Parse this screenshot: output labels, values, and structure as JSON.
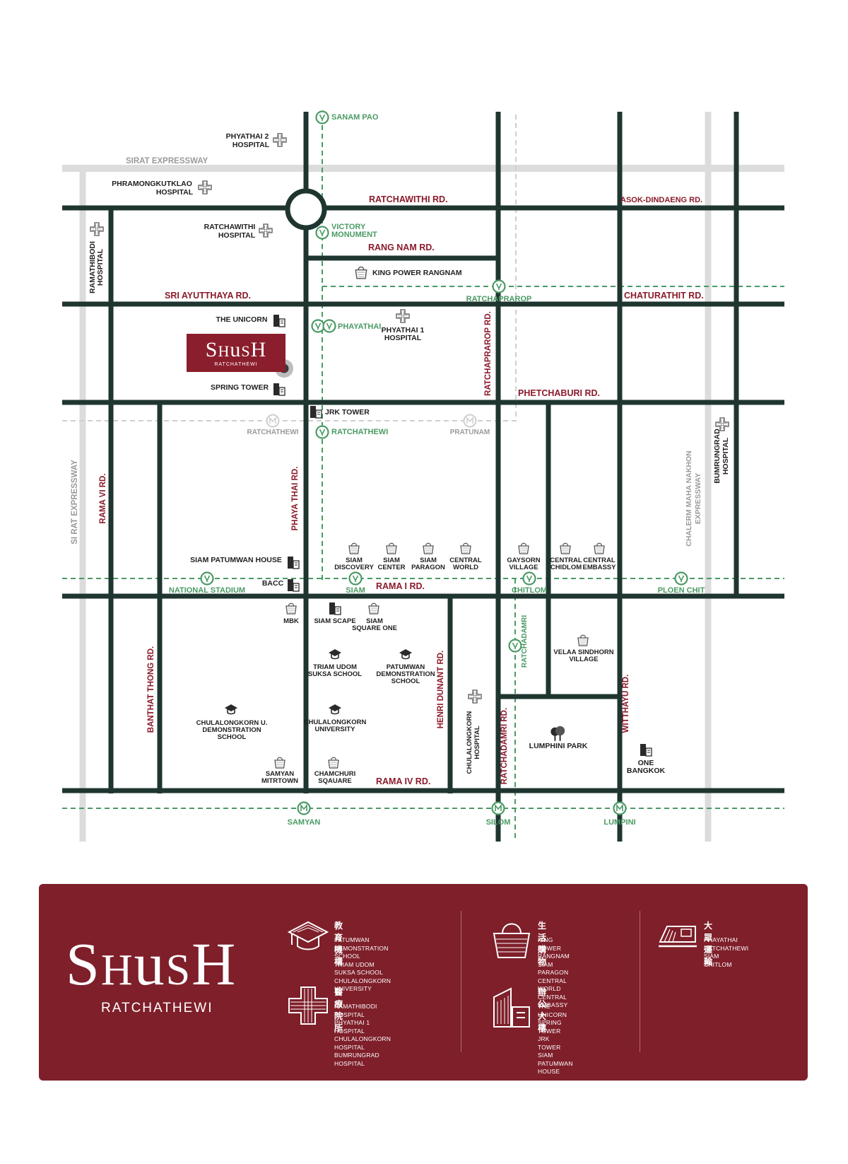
{
  "brand": {
    "logo": "SHuSH",
    "sub": "RATCHATHEWI"
  },
  "roads": {
    "sirat_expressway": "SIRAT EXPRESSWAY",
    "si_rat_expressway": "SI RAT EXPRESSWAY",
    "ratchawithi": "RATCHAWITHI RD.",
    "asok_dindaeng": "ASOK-DINDAENG RD.",
    "rang_nam": "RANG NAM RD.",
    "sri_ayutthaya": "SRI AYUTTHAYA RD.",
    "chaturathit": "CHATURATHIT RD.",
    "phetchaburi": "PHETCHABURI RD.",
    "ratchaprarop": "RATCHAPRAROP RD.",
    "phaya_thai": "PHAYA THAI RD.",
    "rama_vi": "RAMA VI RD.",
    "rama_i": "RAMA I RD.",
    "banthat_thong": "BANTHAT THONG RD.",
    "henri_dunant": "HENRI DUNANT RD.",
    "ratchadamri": "RATCHADAMRI RD.",
    "ratchadamri_2": "RATCHADAMRI",
    "witthayu": "WITTHAYU RD.",
    "rama_iv": "RAMA IV RD.",
    "chalerm": "CHALERM MAHA NAKHON",
    "chalerm_2": "EXPRESSWAY"
  },
  "stations": {
    "sanam_pao": "SANAM PAO",
    "victory_1": "VICTORY",
    "victory_2": "MONUMENT",
    "ratchaprarop": "RATCHAPRAROP",
    "phayathai": "PHAYATHAI",
    "ratchathewi_grey": "RATCHATHEWI",
    "ratchathewi": "RATCHATHEWI",
    "pratunam": "PRATUNAM",
    "national_stadium": "NATIONAL STADIUM",
    "siam": "SIAM",
    "chitlom": "CHITLOM",
    "ploen_chit": "PLOEN CHIT",
    "samyan": "SAMYAN",
    "silom": "SILOM",
    "lumpini": "LUMPINI"
  },
  "pois": {
    "phyathai2_1": "PHYATHAI 2",
    "phyathai2_2": "HOSPITAL",
    "phramongkutklao_1": "PHRAMONGKUTKLAO",
    "phramongkutklao_2": "HOSPITAL",
    "ratchawithi_h1": "RATCHAWITHI",
    "ratchawithi_h2": "HOSPITAL",
    "ramathibodi_1": "RAMATHIBODI",
    "ramathibodi_2": "HOSPITAL",
    "king_power": "KING POWER RANGNAM",
    "the_unicorn": "THE UNICORN",
    "phyathai1_1": "PHYATHAI 1",
    "phyathai1_2": "HOSPITAL",
    "spring_tower": "SPRING TOWER",
    "jrk_tower": "JRK TOWER",
    "bumrungrad_1": "BUMRUNGRAD",
    "bumrungrad_2": "HOSPITAL",
    "siam_patumwan_house": "SIAM PATUMWAN HOUSE",
    "bacc": "BACC",
    "siam_discovery_1": "SIAM",
    "siam_discovery_2": "DISCOVERY",
    "siam_center_1": "SIAM",
    "siam_center_2": "CENTER",
    "siam_paragon_1": "SIAM",
    "siam_paragon_2": "PARAGON",
    "central_world_1": "CENTRAL",
    "central_world_2": "WORLD",
    "gaysorn_1": "GAYSORN",
    "gaysorn_2": "VILLAGE",
    "central_chidlom_1": "CENTRAL",
    "central_chidlom_2": "CHIDLOM",
    "central_embassy_1": "CENTRAL",
    "central_embassy_2": "EMBASSY",
    "mbk": "MBK",
    "siam_scape": "SIAM SCAPE",
    "siam_square_one_1": "SIAM",
    "siam_square_one_2": "SQUARE ONE",
    "triam_1": "TRIAM UDOM",
    "triam_2": "SUKSA SCHOOL",
    "patumwan_demo_1": "PATUMWAN",
    "patumwan_demo_2": "DEMONSTRATION",
    "patumwan_demo_3": "SCHOOL",
    "velaa_1": "VELAA SINDHORN",
    "velaa_2": "VILLAGE",
    "chula_demo_1": "CHULALONGKORN U.",
    "chula_demo_2": "DEMONSTRATION",
    "chula_demo_3": "SCHOOL",
    "chula_uni_1": "CHULALONGKORN",
    "chula_uni_2": "UNIVERSITY",
    "chula_hosp_1": "CHULALONGKORN",
    "chula_hosp_2": "HOSPITAL",
    "lumphini_park": "LUMPHINI PARK",
    "one_bangkok_1": "ONE",
    "one_bangkok_2": "BANGKOK",
    "samyan_mitrtown_1": "SAMYAN",
    "samyan_mitrtown_2": "MITRTOWN",
    "chamchuri_1": "CHAMCHURI",
    "chamchuri_2": "SQAUARE"
  },
  "map_logo": {
    "logo": "SHuSH",
    "sub": "RATCHATHEWI"
  },
  "legend": {
    "education": {
      "title": "教育機構",
      "items": [
        "PATUMWAN DEMONSTRATION SCHOOL",
        "TRIAM UDOM SUKSA SCHOOL",
        "CHULALONGKORN UNIVERSITY"
      ]
    },
    "medical": {
      "title": "醫療院所",
      "items": [
        "RAMATHIBODI HOSPITAL",
        "PHYATHAI 1 HOSPITAL",
        "CHULALONGKORN HOSPITAL",
        "BUMRUNGRAD HOSPITAL"
      ]
    },
    "shopping": {
      "title": "生活購物",
      "items": [
        "KING POWER RANGNAM",
        "SIAM PARAGON",
        "CENTRAL WORLD",
        "CENTRAL EMBASSY"
      ]
    },
    "office": {
      "title": "辦公大樓",
      "items": [
        "THE UNICORN",
        "SPRING TOWER",
        "JRK TOWER",
        "SIAM PATUMWAN HOUSE"
      ]
    },
    "transit": {
      "title": "大眾運輸",
      "items": [
        "PHAYATHAI",
        "RATCHATHEWI",
        "SIAM",
        "CHITLOM"
      ]
    }
  },
  "colors": {
    "road": "#1f3530",
    "expressway": "#dcdcdc",
    "rail": "#4a9a64",
    "rail_grey": "#cfcfcf",
    "accent": "#8b1e2c",
    "legend_bg": "#7e1f2a"
  }
}
